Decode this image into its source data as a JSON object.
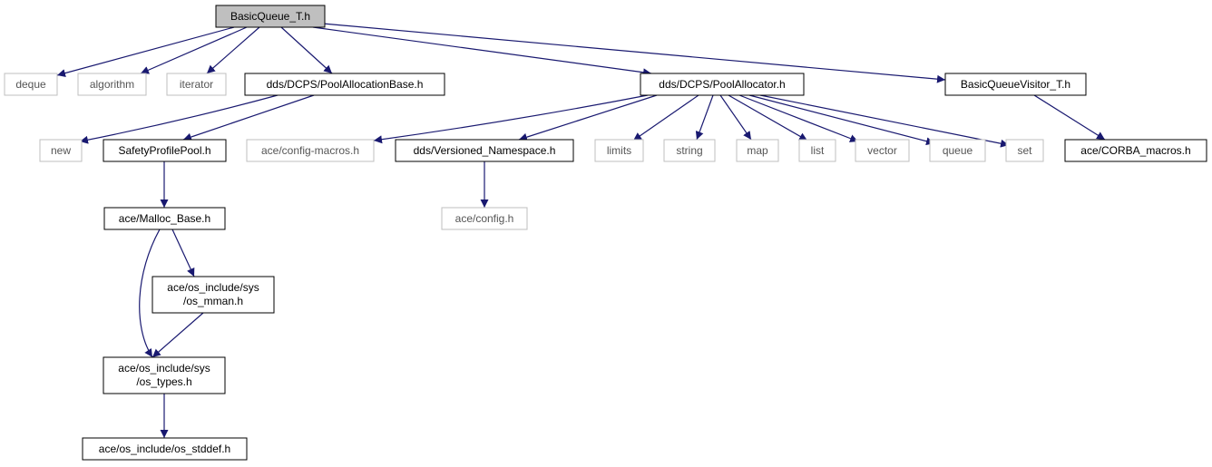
{
  "colors": {
    "edge": "#191970",
    "border_solid": "#000000",
    "border_external": "#bfbfbf",
    "root_fill": "#bfbfbf",
    "text_solid": "#000000",
    "text_external": "#555555"
  },
  "nodes": {
    "basicqueue_t_h": {
      "label": "BasicQueue_T.h",
      "kind": "root"
    },
    "deque": {
      "label": "deque",
      "kind": "external"
    },
    "algorithm": {
      "label": "algorithm",
      "kind": "external"
    },
    "iterator": {
      "label": "iterator",
      "kind": "external"
    },
    "poolallocationbase_h": {
      "label": "dds/DCPS/PoolAllocationBase.h",
      "kind": "file"
    },
    "poolallocator_h": {
      "label": "dds/DCPS/PoolAllocator.h",
      "kind": "file"
    },
    "basicqueuevisitor_t_h": {
      "label": "BasicQueueVisitor_T.h",
      "kind": "file"
    },
    "new": {
      "label": "new",
      "kind": "external"
    },
    "safetyprofilepool_h": {
      "label": "SafetyProfilePool.h",
      "kind": "file"
    },
    "config_macros_h": {
      "label": "ace/config-macros.h",
      "kind": "external"
    },
    "versioned_namespace_h": {
      "label": "dds/Versioned_Namespace.h",
      "kind": "file"
    },
    "limits": {
      "label": "limits",
      "kind": "external"
    },
    "string": {
      "label": "string",
      "kind": "external"
    },
    "map": {
      "label": "map",
      "kind": "external"
    },
    "list": {
      "label": "list",
      "kind": "external"
    },
    "vector": {
      "label": "vector",
      "kind": "external"
    },
    "queue": {
      "label": "queue",
      "kind": "external"
    },
    "set": {
      "label": "set",
      "kind": "external"
    },
    "corba_macros_h": {
      "label": "ace/CORBA_macros.h",
      "kind": "file"
    },
    "config_h": {
      "label": "ace/config.h",
      "kind": "external"
    },
    "malloc_base_h": {
      "label": "ace/Malloc_Base.h",
      "kind": "file"
    },
    "os_mman_h": {
      "label_line1": "ace/os_include/sys",
      "label_line2": "/os_mman.h",
      "kind": "file"
    },
    "os_types_h": {
      "label_line1": "ace/os_include/sys",
      "label_line2": "/os_types.h",
      "kind": "file"
    },
    "os_stddef_h": {
      "label": "ace/os_include/os_stddef.h",
      "kind": "file"
    }
  },
  "edges": [
    [
      "basicqueue_t_h",
      "deque"
    ],
    [
      "basicqueue_t_h",
      "algorithm"
    ],
    [
      "basicqueue_t_h",
      "iterator"
    ],
    [
      "basicqueue_t_h",
      "poolallocationbase_h"
    ],
    [
      "basicqueue_t_h",
      "poolallocator_h"
    ],
    [
      "basicqueue_t_h",
      "basicqueuevisitor_t_h"
    ],
    [
      "poolallocationbase_h",
      "new"
    ],
    [
      "poolallocationbase_h",
      "safetyprofilepool_h"
    ],
    [
      "poolallocator_h",
      "config_macros_h"
    ],
    [
      "poolallocator_h",
      "versioned_namespace_h"
    ],
    [
      "poolallocator_h",
      "limits"
    ],
    [
      "poolallocator_h",
      "string"
    ],
    [
      "poolallocator_h",
      "map"
    ],
    [
      "poolallocator_h",
      "list"
    ],
    [
      "poolallocator_h",
      "vector"
    ],
    [
      "poolallocator_h",
      "queue"
    ],
    [
      "poolallocator_h",
      "set"
    ],
    [
      "basicqueuevisitor_t_h",
      "corba_macros_h"
    ],
    [
      "versioned_namespace_h",
      "config_h"
    ],
    [
      "safetyprofilepool_h",
      "malloc_base_h"
    ],
    [
      "malloc_base_h",
      "os_mman_h"
    ],
    [
      "malloc_base_h",
      "os_types_h"
    ],
    [
      "os_mman_h",
      "os_types_h"
    ],
    [
      "os_types_h",
      "os_stddef_h"
    ]
  ]
}
